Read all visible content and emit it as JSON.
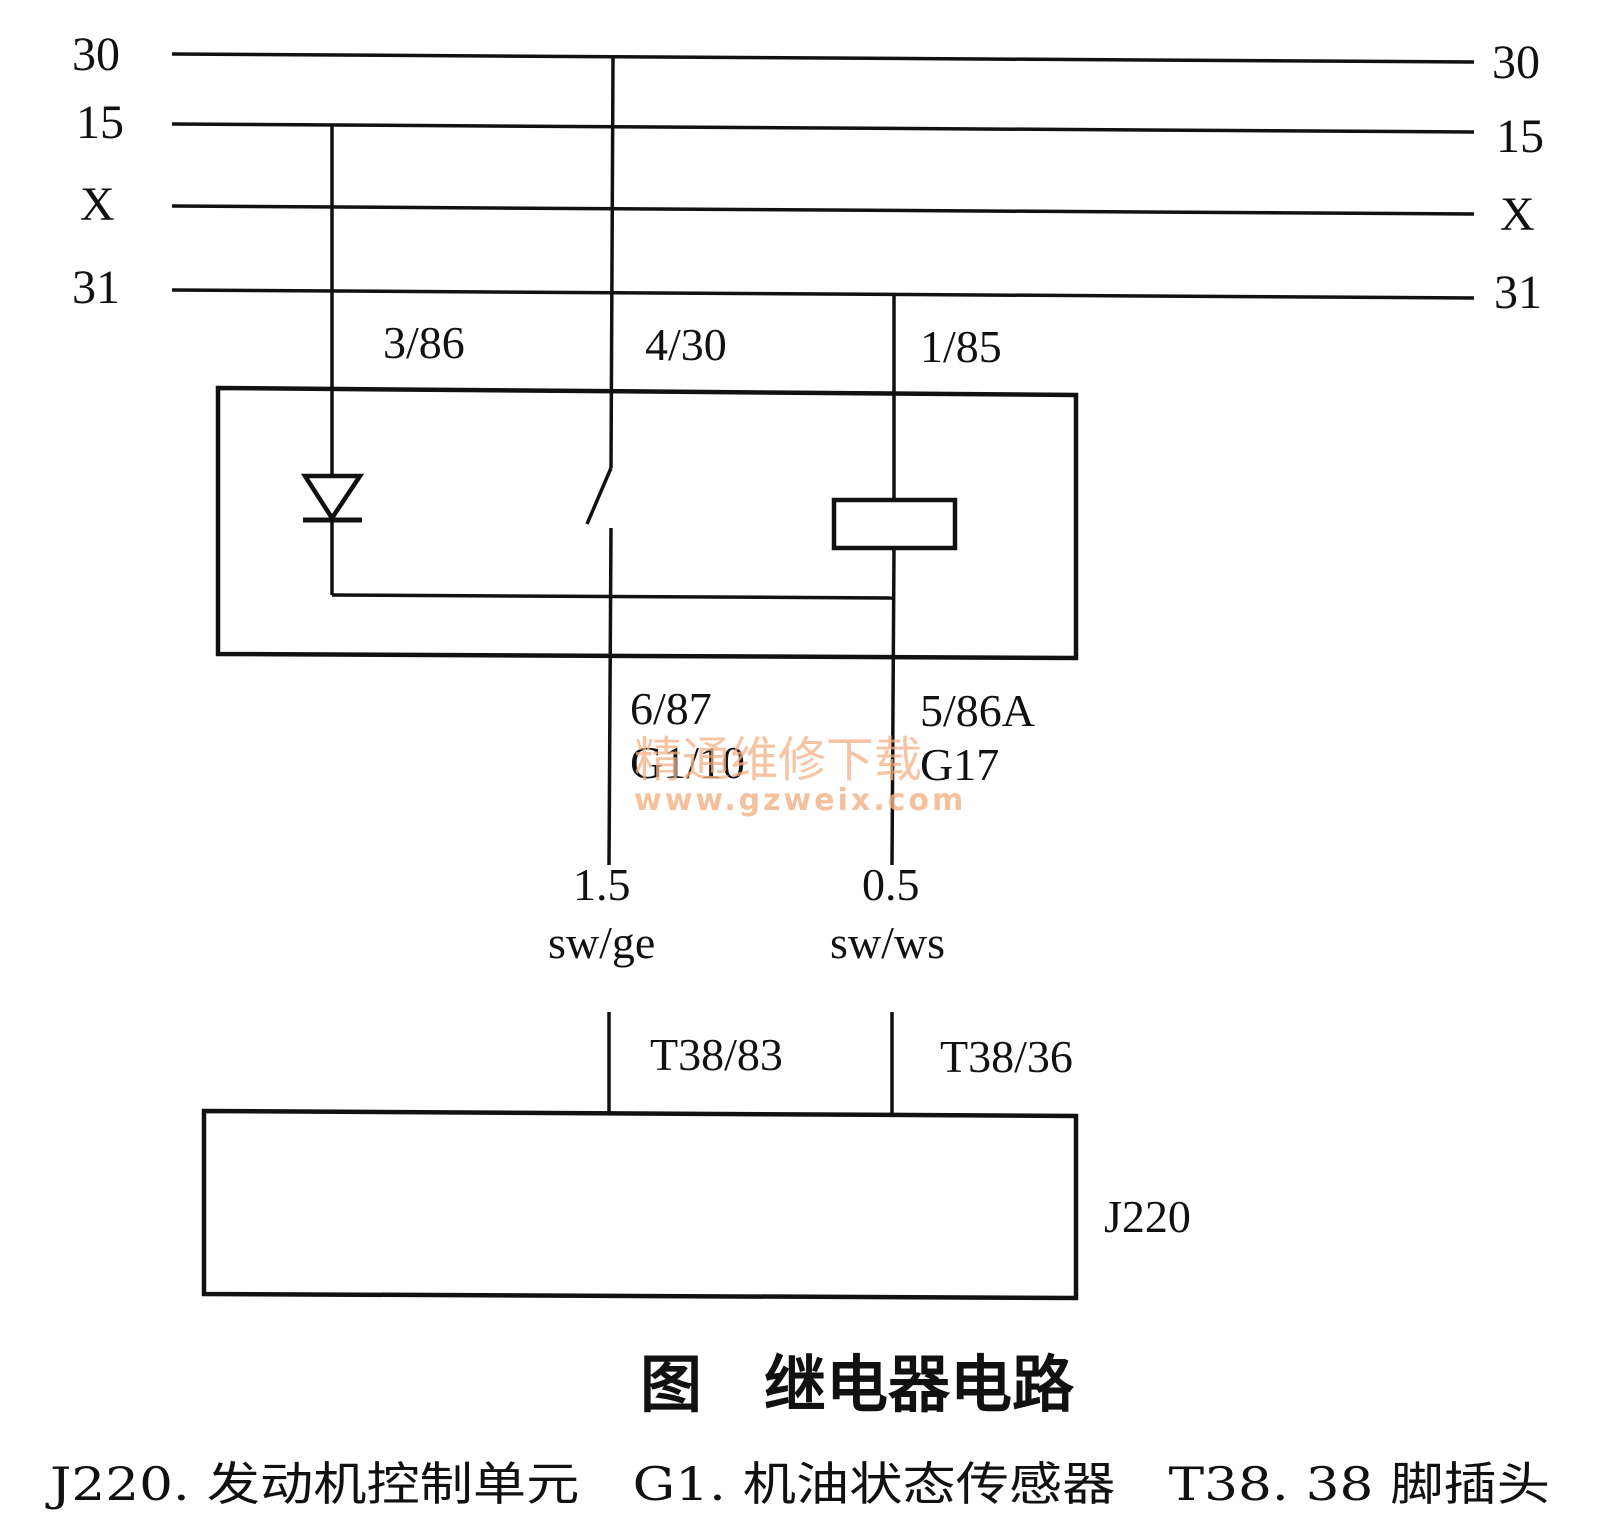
{
  "rails": {
    "left": [
      "30",
      "15",
      "X",
      "31"
    ],
    "right": [
      "30",
      "15",
      "X",
      "31"
    ]
  },
  "relay": {
    "pins_top": [
      "3/86",
      "4/30",
      "1/85"
    ],
    "pins_bottom": [
      "6/87",
      "5/86A"
    ],
    "components": [
      "G1/10",
      "G17"
    ]
  },
  "wires": {
    "left": {
      "gauge": "1.5",
      "color": "sw/ge"
    },
    "right": {
      "gauge": "0.5",
      "color": "sw/ws"
    }
  },
  "ecu": {
    "connectors": [
      "T38/83",
      "T38/36"
    ],
    "label": "J220"
  },
  "watermark": {
    "line1": "精通维修下载",
    "line2": "www.gzweix.com"
  },
  "caption": {
    "title": "图　继电器电路",
    "legend": "J220. 发动机控制单元　G1. 机油状态传感器　T38. 38 脚插头"
  }
}
